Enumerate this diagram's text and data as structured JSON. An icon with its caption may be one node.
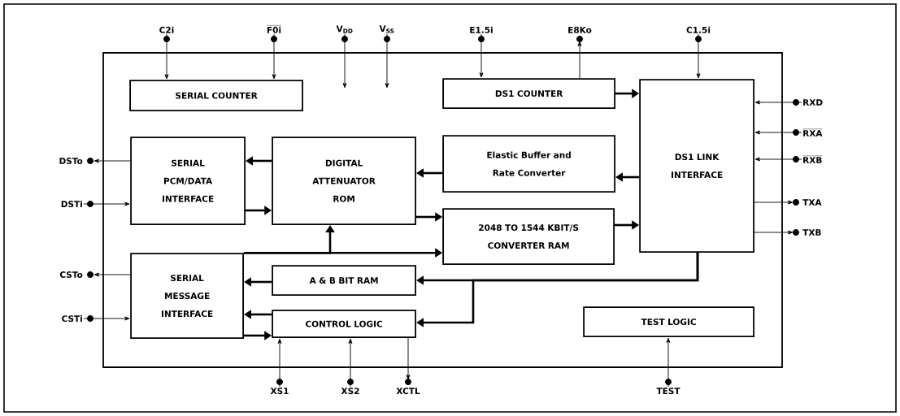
{
  "diagram": {
    "nodes": [
      {
        "text": [],
        "shape": "box"
      },
      {
        "text": [
          "SERIAL COUNTER"
        ],
        "in": 0
      },
      {
        "text": [
          "DS1 COUNTER"
        ],
        "in": 0
      },
      {
        "text": [
          "DS1 LINK INTERFACE"
        ],
        "in": 0
      },
      {
        "text": [
          "SERIAL PCM/DATA INTERFACE"
        ],
        "in": 0
      },
      {
        "text": [
          "DIGITAL ATTENUATOR ROM"
        ],
        "in": 0
      },
      {
        "text": [
          "Elastic Buffer and Rate Converter"
        ],
        "in": 0
      },
      {
        "text": [
          "2048 TO 1544 KBIT/S CONVERTER RAM"
        ],
        "in": 0
      },
      {
        "text": [
          "SERIAL MESSAGE INTERFACE"
        ],
        "in": 0
      },
      {
        "text": [
          "A & B BIT RAM"
        ],
        "in": 0
      },
      {
        "text": [
          "CONTROL LOGIC"
        ],
        "in": 0
      },
      {
        "text": [
          "TEST LOGIC"
        ],
        "in": 0
      },
      {
        "text": [
          "C2i"
        ]
      },
      {
        "text": [
          "\\overline{\\mbox{F0i}}"
        ]
      },
      {
        "text": [
          "V$_{DD}$"
        ]
      },
      {
        "text": [
          "V$_{SS}$"
        ]
      },
      {
        "text": [
          "E1.5i"
        ]
      },
      {
        "text": [
          "E8Ko"
        ]
      },
      {
        "text": [
          "C1.5i"
        ]
      },
      {
        "text": [
          "RXD"
        ]
      },
      {
        "text": [
          "\\overline{\\mbox{RXA}}"
        ]
      },
      {
        "text": [
          "\\overline{\\mbox{RXB}}"
        ]
      },
      {
        "text": [
          "TXA"
        ]
      },
      {
        "text": [
          "TXB"
        ]
      },
      {
        "text": [
          "DSTo"
        ]
      },
      {
        "text": [
          "DSTi"
        ]
      },
      {
        "text": [
          "CSTo"
        ]
      },
      {
        "text": [
          "CSTi"
        ]
      },
      {
        "text": [
          "XS1"
        ]
      },
      {
        "text": [
          "XS2"
        ]
      },
      {
        "text": [
          "XCTL"
        ]
      },
      {
        "text": [
          "TEST"
        ]
      }
    ],
    "edges": [
      {
        "from": 12,
        "to": 1,
        "arrow": "to"
      },
      {
        "from": 13,
        "to": 1,
        "arrow": "to"
      },
      {
        "from": 14,
        "to": null,
        "arrow": "to"
      },
      {
        "from": 15,
        "to": null,
        "arrow": "to"
      },
      {
        "from": 16,
        "to": 2,
        "arrow": "to"
      },
      {
        "from": 2,
        "to": 17,
        "arrow": "to"
      },
      {
        "from": 18,
        "to": 3,
        "arrow": "to"
      },
      {
        "from": 19,
        "to": 3,
        "arrow": "to"
      },
      {
        "from": 20,
        "to": 3,
        "arrow": "to"
      },
      {
        "from": 21,
        "to": 3,
        "arrow": "to"
      },
      {
        "from": 3,
        "to": 22,
        "arrow": "to"
      },
      {
        "from": 3,
        "to": 23,
        "arrow": "to"
      },
      {
        "from": 4,
        "to": 24,
        "arrow": "to"
      },
      {
        "from": 25,
        "to": 4,
        "arrow": "to"
      },
      {
        "from": 8,
        "to": 26,
        "arrow": "to"
      },
      {
        "from": 27,
        "to": 8,
        "arrow": "to"
      },
      {
        "from": 28,
        "to": 10,
        "arrow": "to"
      },
      {
        "from": 29,
        "to": 10,
        "arrow": "to"
      },
      {
        "from": 10,
        "to": 30,
        "arrow": "to"
      },
      {
        "from": 31,
        "to": 11,
        "arrow": "to"
      },
      {
        "from": 2,
        "to": 3,
        "arrow": "to",
        "style": "thick"
      },
      {
        "from": 3,
        "to": 6,
        "arrow": "to",
        "style": "thick"
      },
      {
        "from": 6,
        "to": 5,
        "arrow": "to",
        "style": "thick"
      },
      {
        "from": 5,
        "to": 4,
        "arrow": "to",
        "style": "thick"
      },
      {
        "from": 4,
        "to": 5,
        "arrow": "to",
        "style": "thick"
      },
      {
        "from": 5,
        "to": 7,
        "arrow": "to",
        "style": "thick"
      },
      {
        "from": 7,
        "to": 3,
        "arrow": "to",
        "style": "thick"
      },
      {
        "from": 8,
        "to": 7,
        "arrow": "to",
        "style": "thick"
      },
      {
        "from": 8,
        "to": 5,
        "arrow": "to",
        "style": "thick"
      },
      {
        "from": 9,
        "to": 8,
        "arrow": "to",
        "style": "thick"
      },
      {
        "from": 10,
        "to": 8,
        "arrow": "to",
        "style": "thick"
      },
      {
        "from": 8,
        "to": 10,
        "arrow": "to",
        "style": "thick"
      },
      {
        "from": 3,
        "to": 9,
        "arrow": "to",
        "style": "thick"
      },
      {
        "from": 3,
        "to": 10,
        "arrow": "to",
        "style": "thick"
      }
    ]
  }
}
